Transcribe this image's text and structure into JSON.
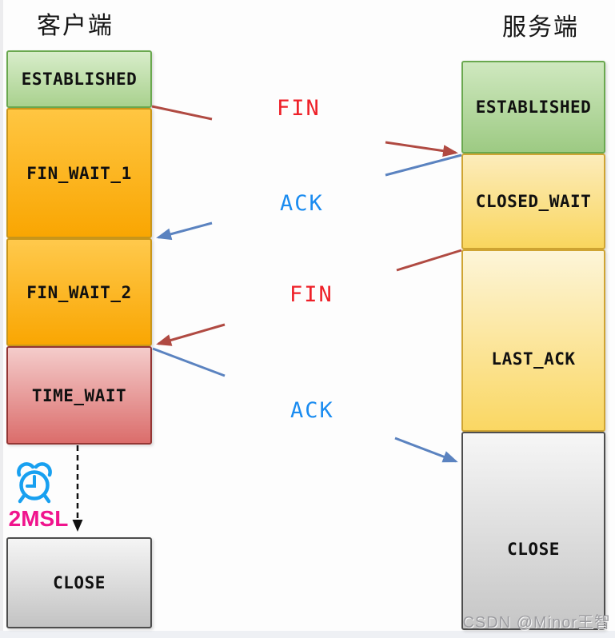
{
  "diagram": {
    "client": {
      "title": "客户端",
      "states": [
        {
          "label": "ESTABLISHED",
          "color": "#a9d18e"
        },
        {
          "label": "FIN_WAIT_1",
          "color": "#f9a602"
        },
        {
          "label": "FIN_WAIT_2",
          "color": "#f9a602"
        },
        {
          "label": "TIME_WAIT",
          "color": "#db6d6b"
        },
        {
          "label": "CLOSE",
          "color": "#c3c3c3"
        }
      ]
    },
    "server": {
      "title": "服务端",
      "states": [
        {
          "label": "ESTABLISHED",
          "color": "#9dca83"
        },
        {
          "label": "CLOSED_WAIT",
          "color": "#f9d65e"
        },
        {
          "label": "LAST_ACK",
          "color": "#fad763"
        },
        {
          "label": "CLOSE",
          "color": "#c6c6c6"
        }
      ]
    },
    "messages": [
      {
        "label": "FIN",
        "color": "#ee2028",
        "from": "client",
        "to": "server"
      },
      {
        "label": "ACK",
        "color": "#1b8cf0",
        "from": "server",
        "to": "client"
      },
      {
        "label": "FIN",
        "color": "#ee2028",
        "from": "server",
        "to": "client"
      },
      {
        "label": "ACK",
        "color": "#1b8cf0",
        "from": "client",
        "to": "server"
      }
    ],
    "timer": {
      "label": "2MSL",
      "color": "#f0148d",
      "icon": "alarm-clock-icon"
    },
    "watermark": "CSDN @Minor王智",
    "colors": {
      "red_arrow": "#b04a42",
      "blue_arrow": "#5b83c0",
      "green_border": "#6aa84f",
      "orange_border": "#c9961a",
      "pink_border": "#943634",
      "yellow_border": "#cfa432",
      "gray_border": "#4d4d4d"
    }
  }
}
